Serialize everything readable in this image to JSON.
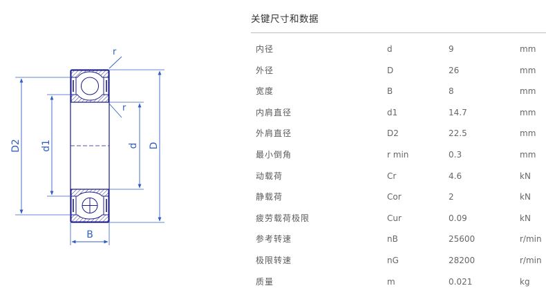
{
  "drawing": {
    "labels": {
      "r_top": "r",
      "r_mid": "r",
      "D2": "D2",
      "d1": "d1",
      "d": "d",
      "D": "D",
      "B": "B"
    },
    "colors": {
      "line": "#1a1a8c",
      "dimension": "#2f5fc4"
    }
  },
  "table": {
    "title": "关键尺寸和数据",
    "rows": [
      {
        "name": "内径",
        "symbol": "d",
        "value": "9",
        "unit": "mm"
      },
      {
        "name": "外径",
        "symbol": "D",
        "value": "26",
        "unit": "mm"
      },
      {
        "name": "宽度",
        "symbol": "B",
        "value": "8",
        "unit": "mm"
      },
      {
        "name": "内肩直径",
        "symbol": "d1",
        "value": "14.7",
        "unit": "mm"
      },
      {
        "name": "外肩直径",
        "symbol": "D2",
        "value": "22.5",
        "unit": "mm"
      },
      {
        "name": "最小倒角",
        "symbol": "r min",
        "value": "0.3",
        "unit": "mm"
      },
      {
        "name": "动载荷",
        "symbol": "Cr",
        "value": "4.6",
        "unit": "kN"
      },
      {
        "name": "静载荷",
        "symbol": "Cor",
        "value": "2",
        "unit": "kN"
      },
      {
        "name": "疲劳载荷极限",
        "symbol": "Cur",
        "value": "0.09",
        "unit": "kN"
      },
      {
        "name": "参考转速",
        "symbol": "nB",
        "value": "25600",
        "unit": "r/min"
      },
      {
        "name": "极限转速",
        "symbol": "nG",
        "value": "28200",
        "unit": "r/min"
      },
      {
        "name": "质量",
        "symbol": "m",
        "value": "0.021",
        "unit": "kg"
      }
    ]
  }
}
